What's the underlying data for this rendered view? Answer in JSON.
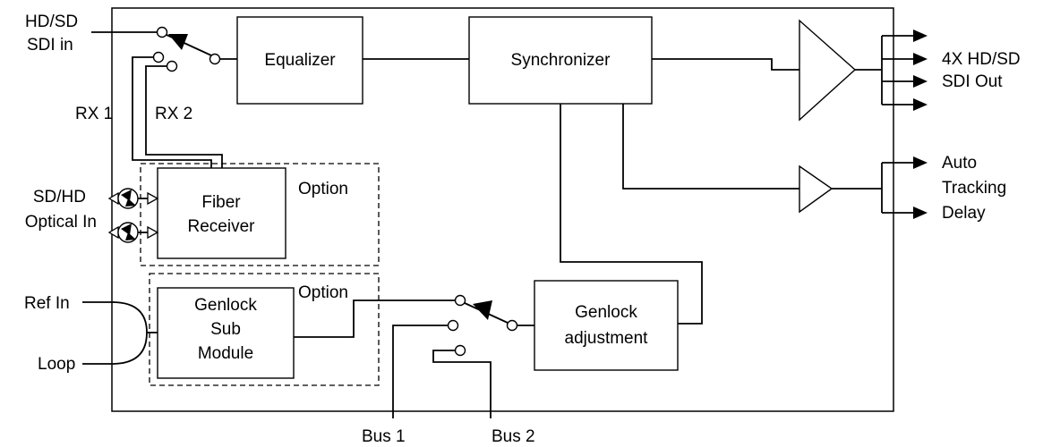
{
  "inputs": {
    "sdi_in": [
      "HD/SD",
      "SDI in"
    ],
    "rx1": "RX 1",
    "rx2": "RX 2",
    "optical_in": [
      "SD/HD",
      "Optical In"
    ],
    "ref_in": "Ref In",
    "loop": "Loop"
  },
  "blocks": {
    "equalizer": "Equalizer",
    "synchronizer": "Synchronizer",
    "fiber_receiver": [
      "Fiber",
      "Receiver"
    ],
    "genlock_sub_module": [
      "Genlock",
      "Sub",
      "Module"
    ],
    "genlock_adjustment": [
      "Genlock",
      "adjustment"
    ]
  },
  "options": {
    "fiber_option": "Option",
    "genlock_option": "Option"
  },
  "outputs": {
    "sdi_out": [
      "4X HD/SD",
      "SDI Out"
    ],
    "auto_tracking_delay": [
      "Auto",
      "Tracking",
      "Delay"
    ]
  },
  "buses": {
    "bus1": "Bus 1",
    "bus2": "Bus 2"
  }
}
